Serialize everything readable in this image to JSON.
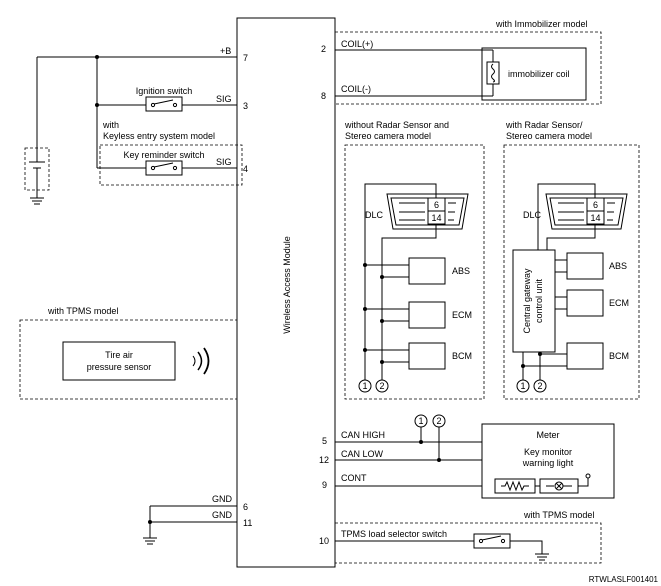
{
  "module": {
    "label": "Wireless Access Module"
  },
  "pins": {
    "b_plus": {
      "name": "+B",
      "num": "7"
    },
    "ign_sig": {
      "name": "SIG",
      "num": "3"
    },
    "key_sig": {
      "name": "SIG",
      "num": "4"
    },
    "coil_plus": {
      "name": "COIL(+)",
      "num": "2"
    },
    "coil_minus": {
      "name": "COIL(-)",
      "num": "8"
    },
    "can_high": {
      "name": "CAN HIGH",
      "num": "5"
    },
    "can_low": {
      "name": "CAN LOW",
      "num": "12"
    },
    "cont": {
      "name": "CONT",
      "num": "9"
    },
    "gnd1": {
      "name": "GND",
      "num": "6"
    },
    "gnd2": {
      "name": "GND",
      "num": "11"
    },
    "tpms_sel": {
      "name": "",
      "num": "10"
    }
  },
  "labels": {
    "ignition_switch": "Ignition switch",
    "keyless_line1": "with",
    "keyless_line2": "Keyless entry system model",
    "key_reminder_switch": "Key reminder switch",
    "immobilizer_model": "with Immobilizer model",
    "immobilizer_coil": "immobilizer coil",
    "without_radar_line1": "without Radar Sensor and",
    "without_radar_line2": "Stereo camera model",
    "with_radar_line1": "with Radar Sensor/",
    "with_radar_line2": "Stereo camera model",
    "dlc": "DLC",
    "dlc_pin_a": "6",
    "dlc_pin_b": "14",
    "abs": "ABS",
    "ecm": "ECM",
    "bcm": "BCM",
    "gateway_line1": "Central gateway",
    "gateway_line2": "control unit",
    "tpms_model": "with TPMS model",
    "tire_sensor_line1": "Tire air",
    "tire_sensor_line2": "pressure sensor",
    "node1": "1",
    "node2": "2",
    "meter": "Meter",
    "key_monitor_line1": "Key monitor",
    "key_monitor_line2": "warning light",
    "tpms_model_2": "with TPMS model",
    "tpms_switch": "TPMS load selector switch",
    "figure_code": "RTWLASLF001401"
  }
}
